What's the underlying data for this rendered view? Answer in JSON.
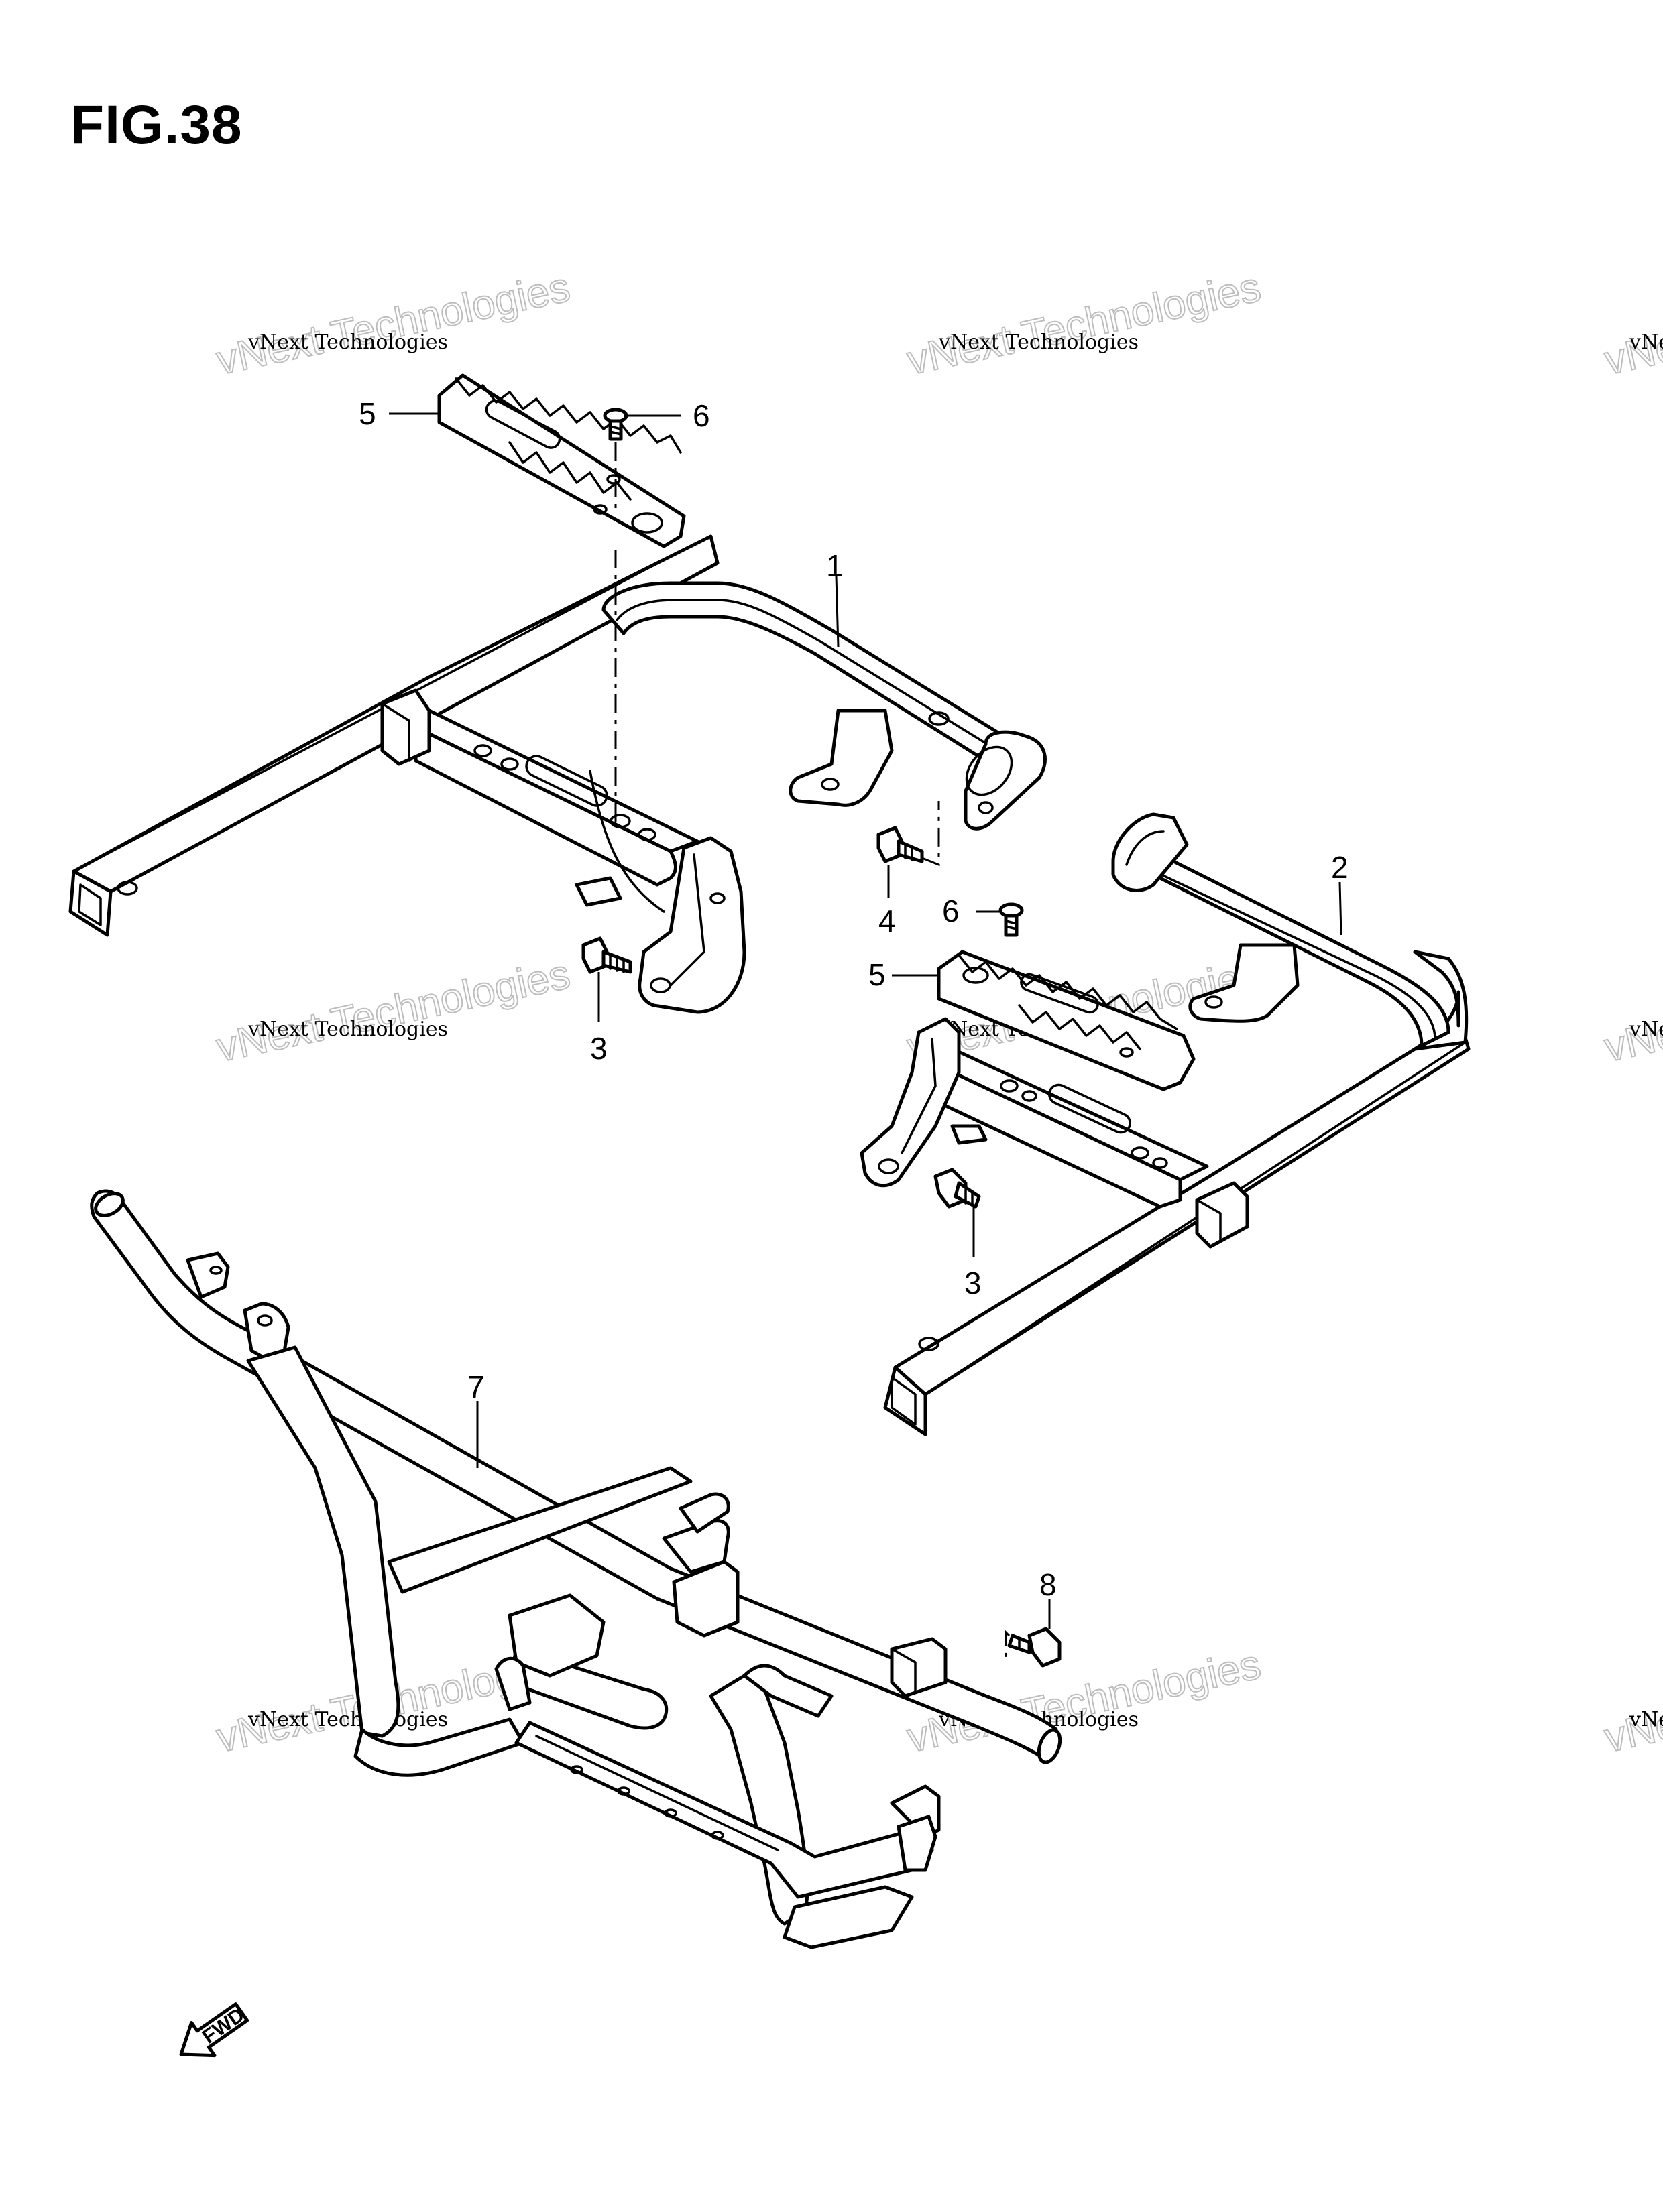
{
  "figure": {
    "title": "FIG.38"
  },
  "watermark": {
    "line1": "vNext Technologies",
    "line2": "vNext Technologies"
  },
  "callouts": {
    "c1": "1",
    "c2": "2",
    "c3a": "3",
    "c3b": "3",
    "c4": "4",
    "c5a": "5",
    "c5b": "5",
    "c6a": "6",
    "c6b": "6",
    "c7": "7",
    "c8": "8"
  },
  "fwd_label": "FWD"
}
